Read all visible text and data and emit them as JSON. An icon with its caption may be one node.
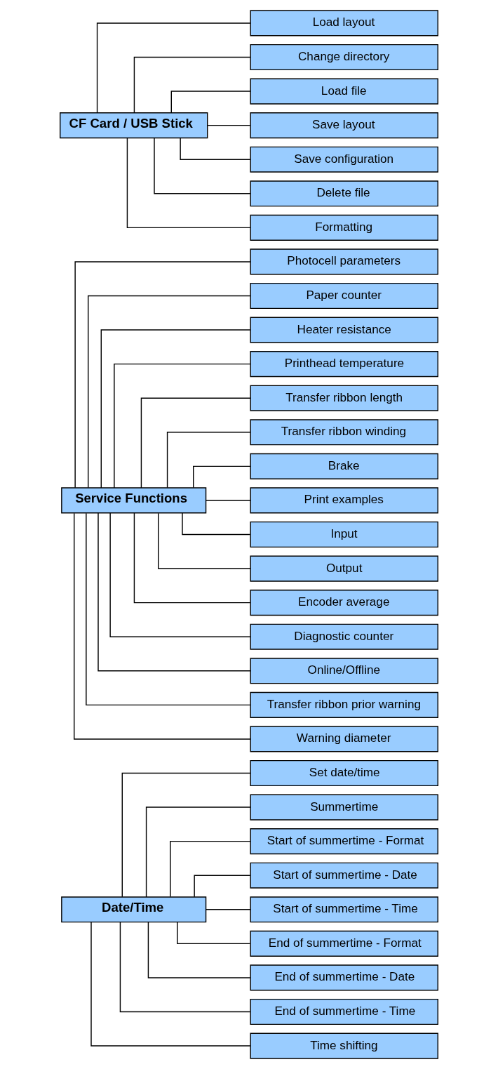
{
  "diagram": {
    "nodes": [
      {
        "text": [
          "Date/Time"
        ]
      },
      {
        "text": [
          "Set date/time"
        ]
      },
      {
        "text": [
          "Summertime"
        ]
      },
      {
        "text": [
          "Start of summertime - Format"
        ]
      },
      {
        "text": [
          "Start of summertime - Date"
        ]
      },
      {
        "text": [
          "Start of summertime - Time"
        ]
      },
      {
        "text": [
          "End of summertime - Format"
        ]
      },
      {
        "text": [
          "End of summertime - Date"
        ]
      },
      {
        "text": [
          "End of summertime - Time"
        ]
      },
      {
        "text": [
          "Time shifting"
        ]
      },
      {
        "text": [
          "Service Functions"
        ]
      },
      {
        "text": [
          "Photocell parameters"
        ]
      },
      {
        "text": [
          "Paper counter"
        ]
      },
      {
        "text": [
          "Heater resistance"
        ]
      },
      {
        "text": [
          "Printhead temperature"
        ]
      },
      {
        "text": [
          "Transfer ribbon length"
        ]
      },
      {
        "text": [
          "Transfer ribbon winding"
        ]
      },
      {
        "text": [
          "Brake"
        ]
      },
      {
        "text": [
          "Print examples"
        ]
      },
      {
        "text": [
          "Input"
        ]
      },
      {
        "text": [
          "Output"
        ]
      },
      {
        "text": [
          "Encoder average"
        ]
      },
      {
        "text": [
          "Diagnostic counter"
        ]
      },
      {
        "text": [
          "Online/Offline"
        ]
      },
      {
        "text": [
          "Transfer ribbon prior warning"
        ]
      },
      {
        "text": [
          "Warning diameter"
        ]
      },
      {
        "text": [
          "CF Card / USB Stick"
        ]
      },
      {
        "text": [
          "Load layout"
        ]
      },
      {
        "text": [
          "Change directory"
        ]
      },
      {
        "text": [
          "Load file"
        ]
      },
      {
        "text": [
          "Save layout"
        ]
      },
      {
        "text": [
          "Save configuration"
        ]
      },
      {
        "text": [
          "Delete file"
        ]
      },
      {
        "text": [
          "Formatting"
        ]
      }
    ],
    "edges": [
      {
        "from": 0,
        "to": 1,
        "arrow": "none"
      },
      {
        "from": 0,
        "to": 2,
        "arrow": "none"
      },
      {
        "from": 0,
        "to": 3,
        "arrow": "none"
      },
      {
        "from": 0,
        "to": 4,
        "arrow": "none"
      },
      {
        "from": 0,
        "to": 5,
        "arrow": "none"
      },
      {
        "from": 0,
        "to": 6,
        "arrow": "none"
      },
      {
        "from": 0,
        "to": 7,
        "arrow": "none"
      },
      {
        "from": 0,
        "to": 8,
        "arrow": "none"
      },
      {
        "from": 0,
        "to": 9,
        "arrow": "none"
      },
      {
        "from": 10,
        "to": 11,
        "arrow": "none"
      },
      {
        "from": 10,
        "to": 12,
        "arrow": "none"
      },
      {
        "from": 10,
        "to": 13,
        "arrow": "none"
      },
      {
        "from": 10,
        "to": 14,
        "arrow": "none"
      },
      {
        "from": 10,
        "to": 15,
        "arrow": "none"
      },
      {
        "from": 10,
        "to": 16,
        "arrow": "none"
      },
      {
        "from": 10,
        "to": 17,
        "arrow": "none"
      },
      {
        "from": 10,
        "to": 18,
        "arrow": "none"
      },
      {
        "from": 10,
        "to": 19,
        "arrow": "none"
      },
      {
        "from": 10,
        "to": 20,
        "arrow": "none"
      },
      {
        "from": 10,
        "to": 21,
        "arrow": "none"
      },
      {
        "from": 10,
        "to": 22,
        "arrow": "none"
      },
      {
        "from": 10,
        "to": 23,
        "arrow": "none"
      },
      {
        "from": 10,
        "to": 24,
        "arrow": "none"
      },
      {
        "from": 10,
        "to": 25,
        "arrow": "none"
      },
      {
        "from": 26,
        "to": 27,
        "arrow": "none"
      },
      {
        "from": 26,
        "to": 28,
        "arrow": "none"
      },
      {
        "from": 26,
        "to": 29,
        "arrow": "none"
      },
      {
        "from": 26,
        "to": 30,
        "arrow": "none"
      },
      {
        "from": 26,
        "to": 31,
        "arrow": "none"
      },
      {
        "from": 26,
        "to": 32,
        "arrow": "none"
      },
      {
        "from": 26,
        "to": 33,
        "arrow": "none"
      }
    ]
  }
}
